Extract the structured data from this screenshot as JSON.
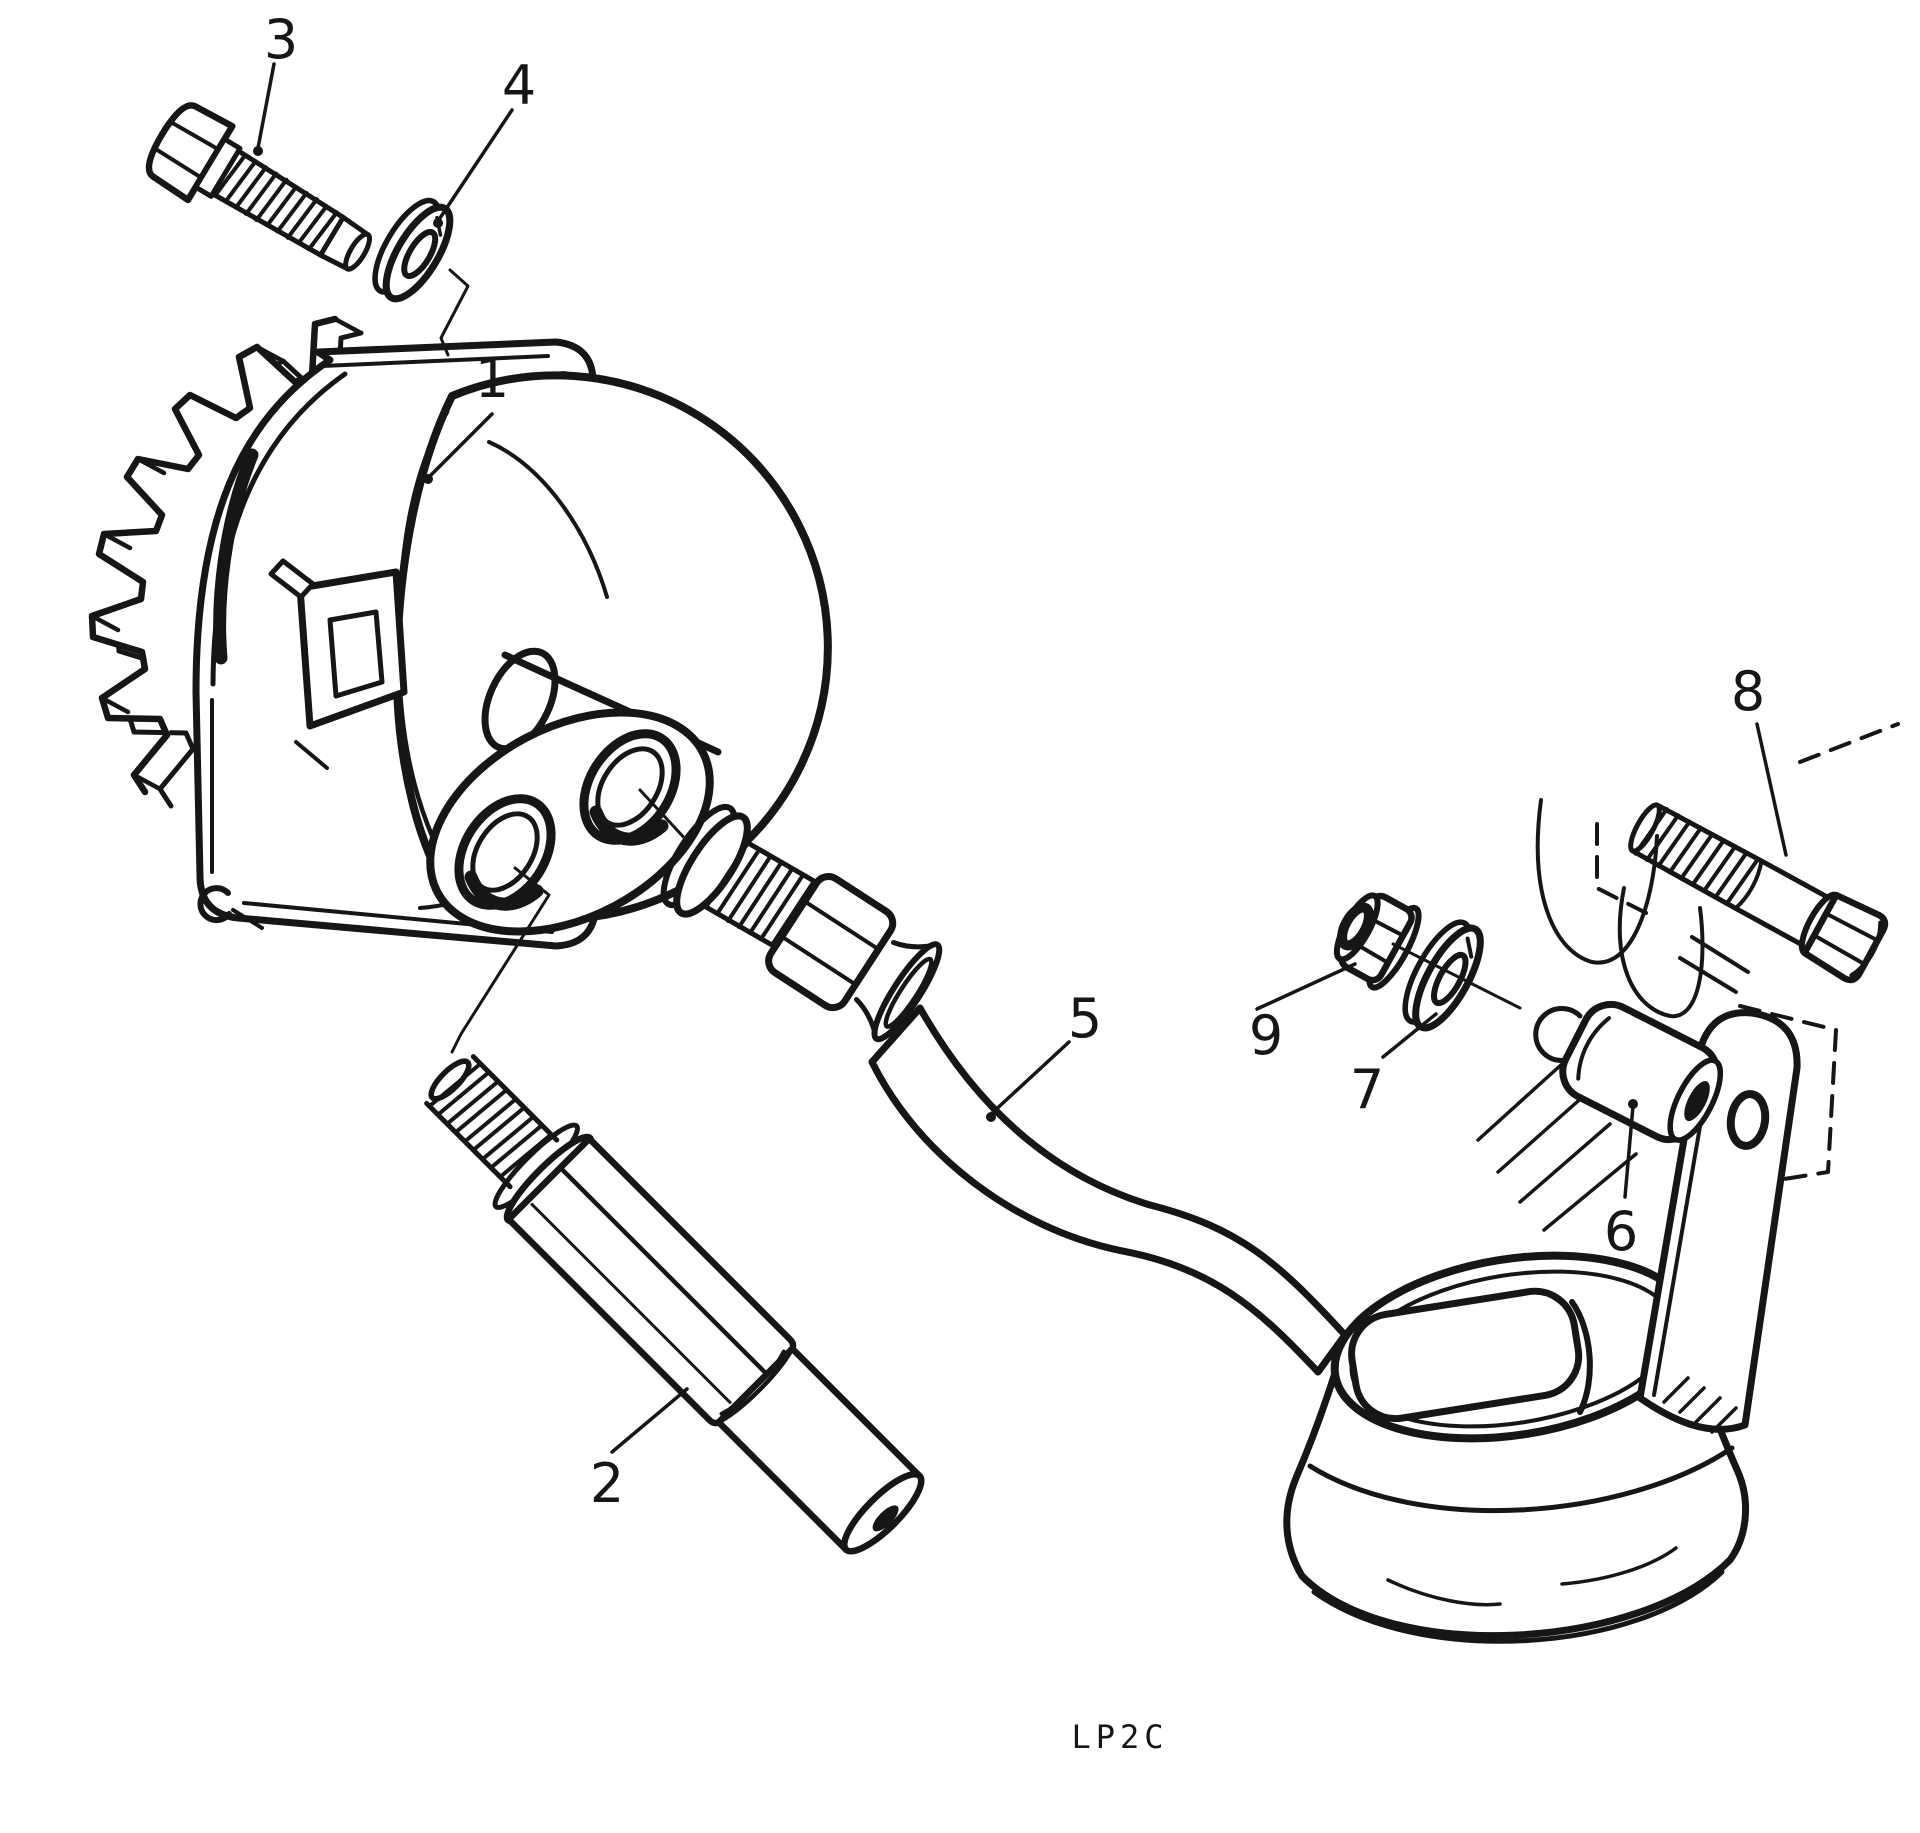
{
  "fig": {
    "caption": "LP2C",
    "ink_color": "#161616",
    "paper_color": "#ffffff",
    "callouts": [
      "1",
      "2",
      "3",
      "4",
      "5",
      "6",
      "7",
      "8",
      "9"
    ]
  }
}
